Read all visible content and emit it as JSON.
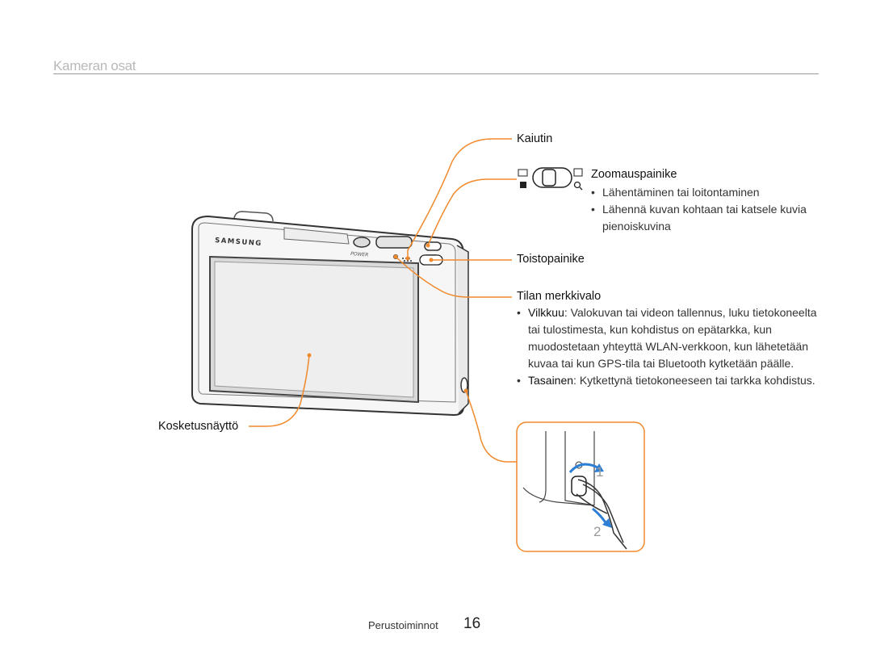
{
  "header": {
    "section_title": "Kameran osat"
  },
  "camera": {
    "brand": "SAMSUNG",
    "power_label": "POWER"
  },
  "callouts": {
    "speaker": "Kaiutin",
    "zoom": {
      "label": "Zoomauspainike",
      "bullets": [
        "Lähentäminen tai loitontaminen",
        "Lähennä kuvan kohtaan tai katsele kuvia pienoiskuvina"
      ]
    },
    "playback": "Toistopainike",
    "status_lamp": {
      "label": "Tilan merkkivalo",
      "bullets": [
        {
          "term": "Vilkkuu",
          "text": ": Valokuvan tai videon tallennus, luku tietokoneelta tai tulostimesta, kun kohdistus on epätarkka, kun muodostetaan yhteyttä WLAN-verkkoon, kun lähetetään kuvaa tai kun GPS-tila tai Bluetooth kytketään päälle."
        },
        {
          "term": "Tasainen",
          "text": ": Kytkettynä tietokoneeseen tai tarkka kohdistus."
        }
      ]
    },
    "touchscreen": "Kosketusnäyttö"
  },
  "strap_steps": [
    "1",
    "2"
  ],
  "footer": {
    "section": "Perustoiminnot",
    "page": "16"
  },
  "colors": {
    "callout_line": "#f08a2c",
    "step_arrow": "#2d7fd6",
    "step_number": "#999999"
  }
}
